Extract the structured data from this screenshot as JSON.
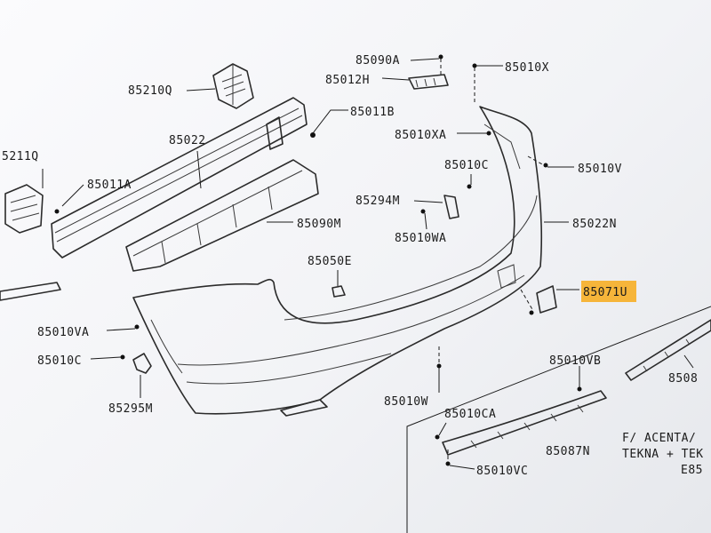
{
  "labels": {
    "l85090A": "85090A",
    "l85010X": "85010X",
    "l85012H": "85012H",
    "l85210Q": "85210Q",
    "l85011B": "85011B",
    "l85022": "85022",
    "l85010XA": "85010XA",
    "l5211Q": "5211Q",
    "l85010C_top": "85010C",
    "l85010V": "85010V",
    "l85011A": "85011A",
    "l85294M": "85294M",
    "l85090M": "85090M",
    "l85022N": "85022N",
    "l85010WA": "85010WA",
    "l85050E": "85050E",
    "l85071U": "85071U",
    "l85010VA": "85010VA",
    "l85010C_left": "85010C",
    "l85010VB": "85010VB",
    "l8508": "8508",
    "l85295M": "85295M",
    "l85010W": "85010W",
    "l85010CA": "85010CA",
    "l85087N": "85087N",
    "l85010VC": "85010VC"
  },
  "notes": {
    "line1": "F/ ACENTA/",
    "line2": "TEKNA + TEK",
    "line3": "E85"
  },
  "colors": {
    "highlight": "#f6b53a",
    "ink": "#1b1b1b",
    "paper": "#f4f5f8"
  }
}
